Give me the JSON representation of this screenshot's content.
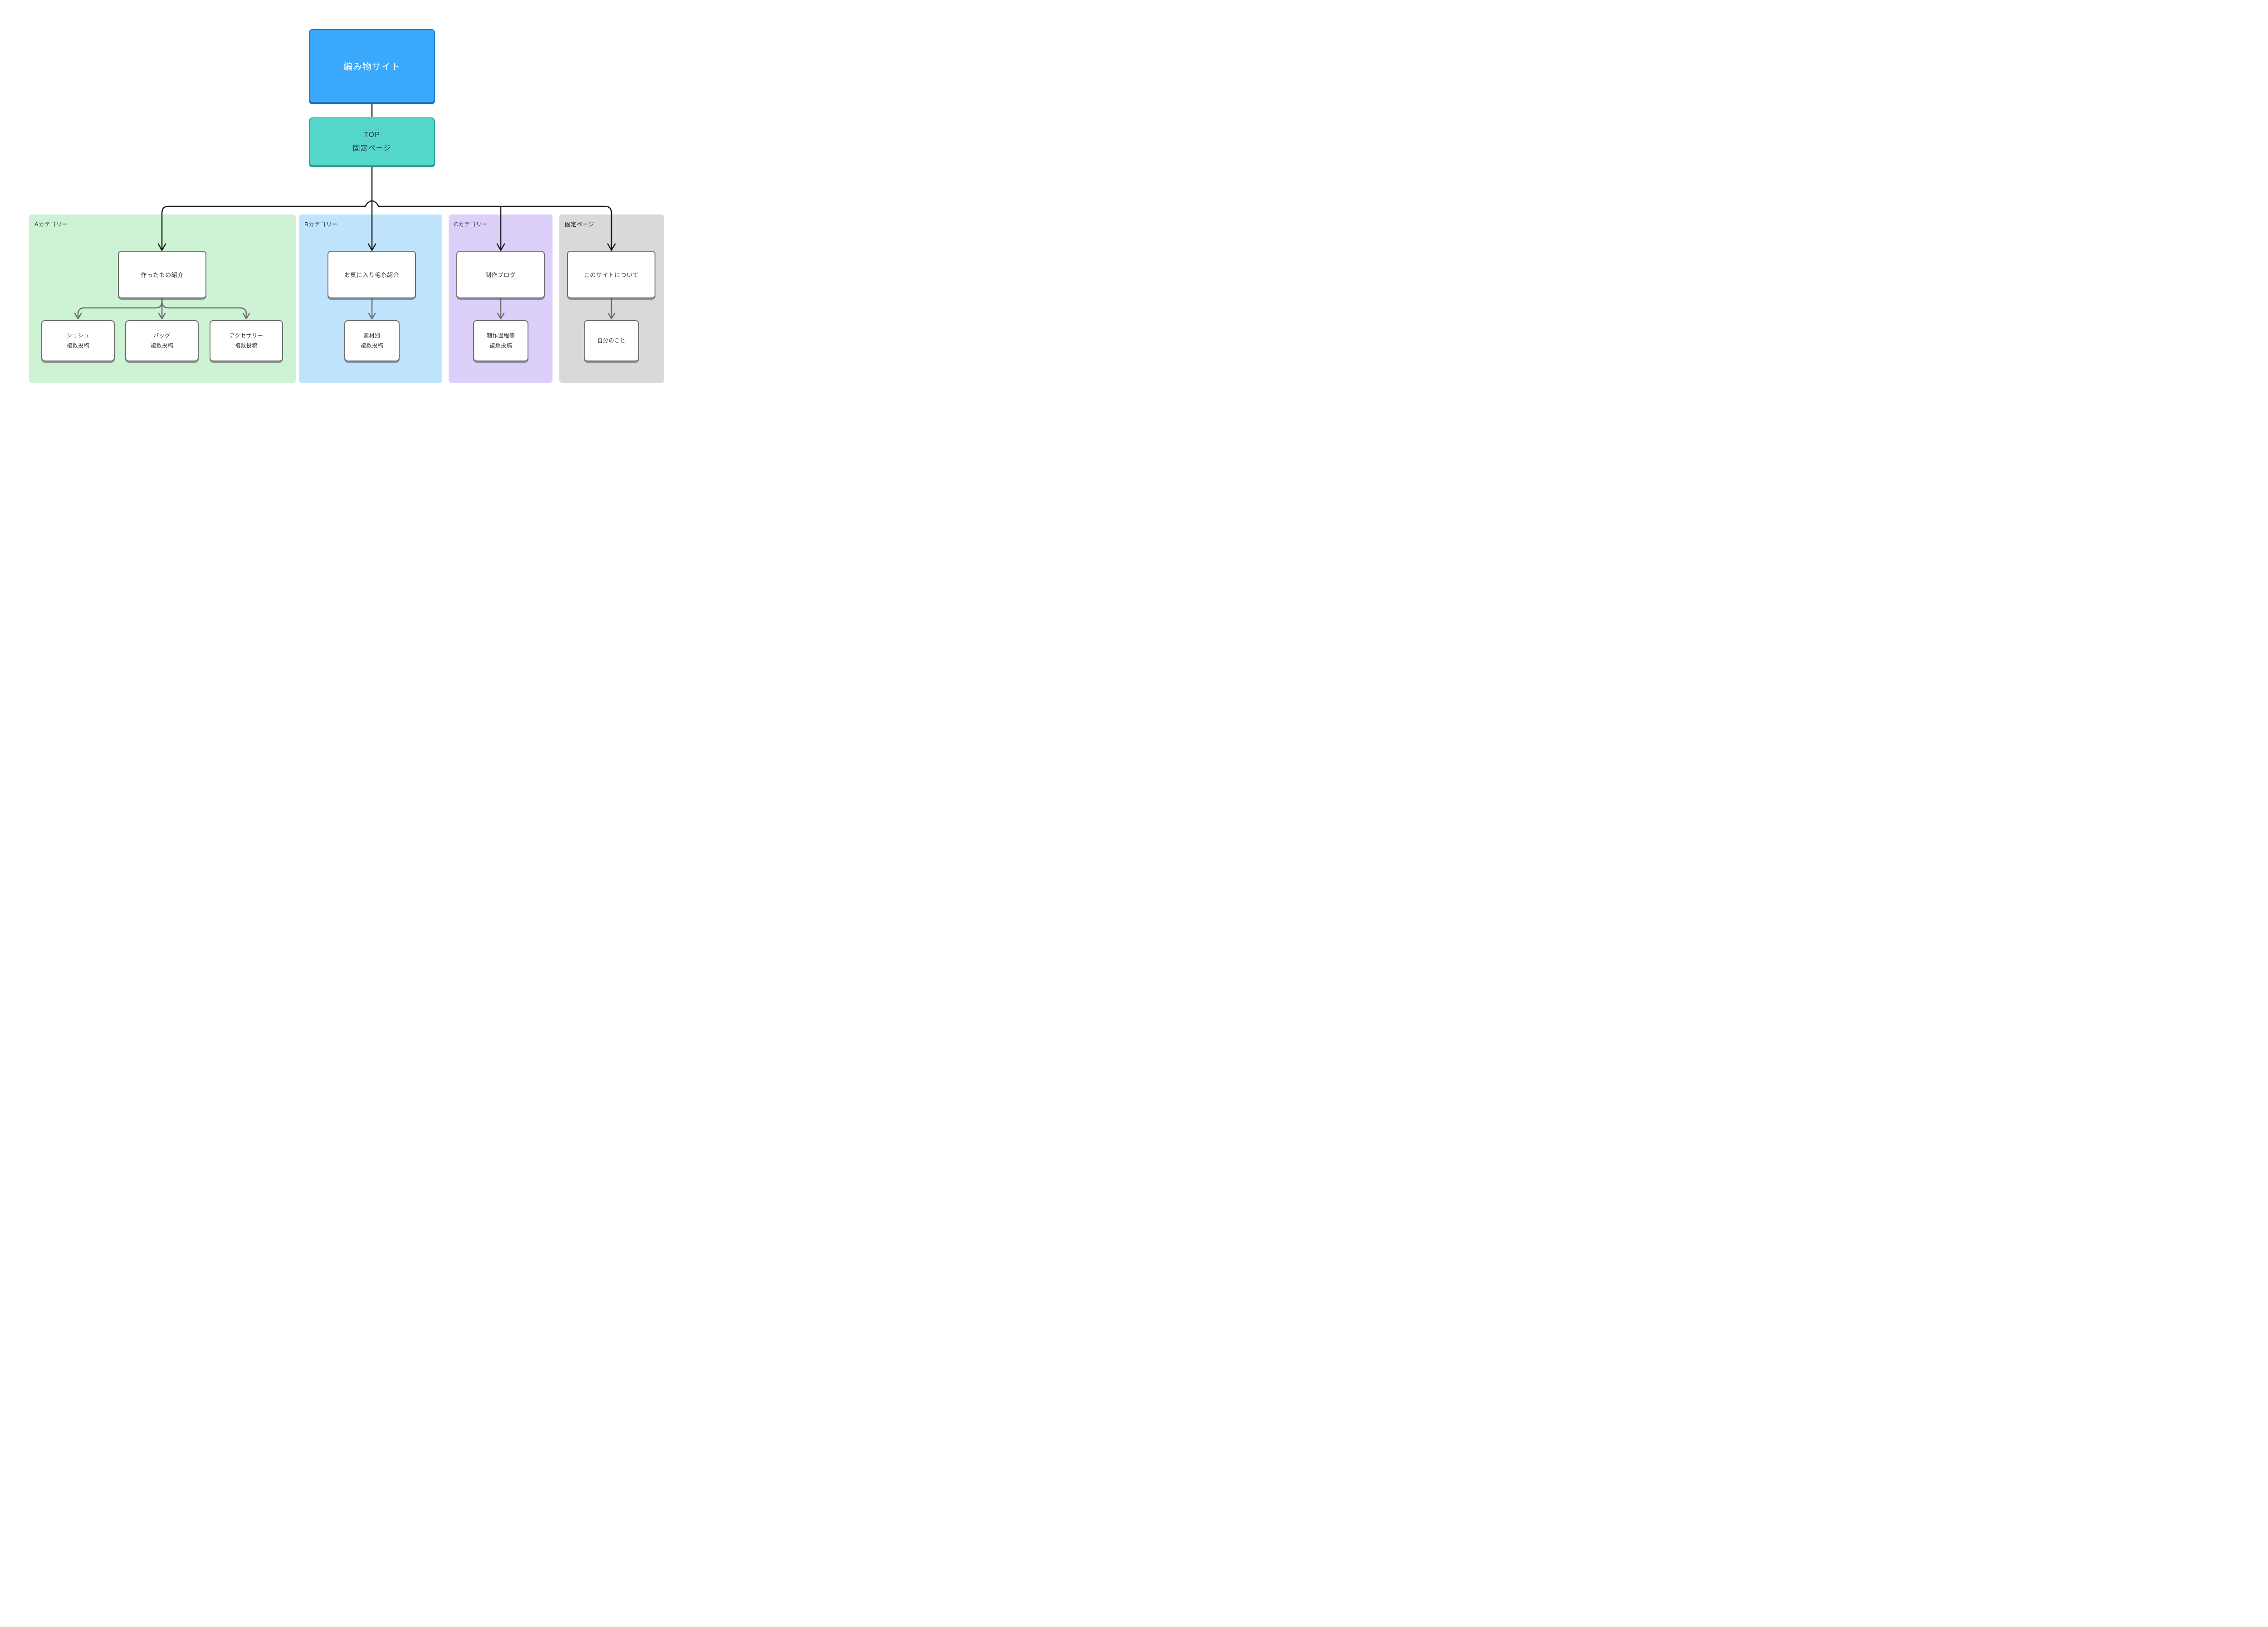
{
  "root": {
    "label": "編み物サイト"
  },
  "top_page": {
    "line1": "TOP",
    "line2": "固定ページ"
  },
  "sections": [
    {
      "label": "Aカテゴリー",
      "header": "作ったもの紹介",
      "children": [
        {
          "line1": "シュシュ",
          "line2": "複数投稿"
        },
        {
          "line1": "バッグ",
          "line2": "複数投稿"
        },
        {
          "line1": "アクセサリー",
          "line2": "複数投稿"
        }
      ]
    },
    {
      "label": "Bカテゴリー",
      "header": "お気に入り毛糸紹介",
      "children": [
        {
          "line1": "素材別",
          "line2": "複数投稿"
        }
      ]
    },
    {
      "label": "Cカテゴリー",
      "header": "制作ブログ",
      "children": [
        {
          "line1": "制作過程等",
          "line2": "複数投稿"
        }
      ]
    },
    {
      "label": "固定ページ",
      "header": "このサイトについて",
      "children": [
        {
          "line1": "自分のこと"
        }
      ]
    }
  ],
  "colors": {
    "root_fill": "#3AA9FC",
    "root_border": "#1B79D2",
    "top_page_fill": "#55D6CA",
    "top_page_border": "#2EA89C",
    "section_a_bg": "#CDF2D4",
    "section_b_bg": "#C0E4FD",
    "section_c_bg": "#DCD0FB",
    "section_d_bg": "#D9D9D9",
    "node_bg": "#FFFFFF",
    "node_border": "#6E6E6E",
    "connector_primary": "#1E1E1E",
    "connector_secondary": "#6E6E6E"
  }
}
